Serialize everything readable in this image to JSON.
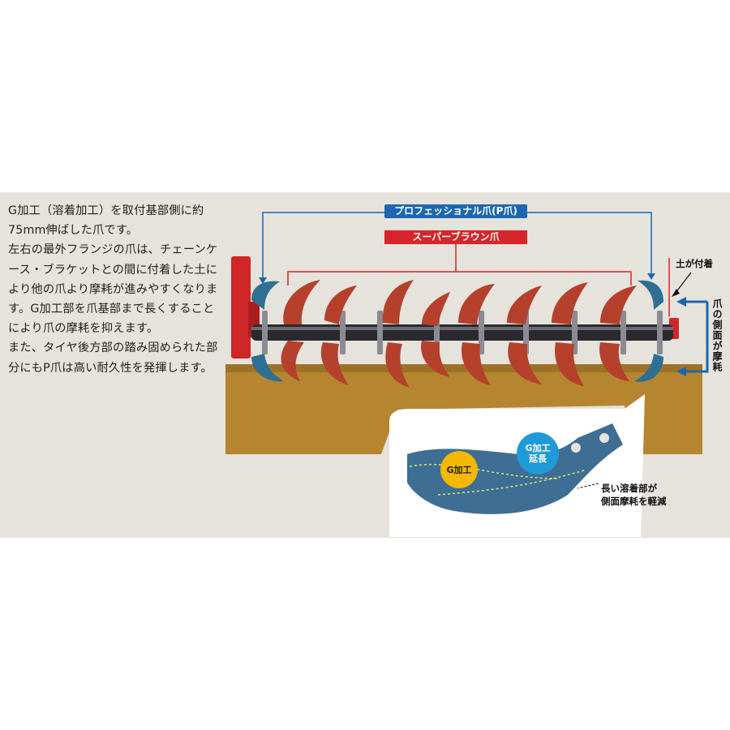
{
  "description": {
    "paragraphs": [
      "G加工（溶着加工）を取付基部側に約75mm伸ばした爪です。",
      "左右の最外フランジの爪は、チェーンケース・ブラケットとの間に付着した土により他の爪より摩耗が進みやすくなります。G加工部を爪基部まで長くすることにより爪の摩耗を抑えます。",
      "また、タイヤ後方部の踏み固められた部分にもP爪は高い耐久性を発揮します。"
    ]
  },
  "labels": {
    "pro_claw": "プロフェッショナル爪(P爪)",
    "super_brown": "スーパーブラウン爪",
    "soil_attached": "土が付着",
    "side_wear": "爪の側面が摩耗",
    "g_process": "G加工",
    "g_extension_line1": "G加工",
    "g_extension_line2": "延長",
    "long_weld_line1": "長い溶着部が",
    "long_weld_line2": "側面摩耗を軽減"
  },
  "colors": {
    "panel_bg": "#e6e2dc",
    "pro_blue": "#1b67b2",
    "super_red": "#d8242a",
    "soil": "#b5862f",
    "claw_red": "#b5402c",
    "g_yellow": "#f4b800",
    "ext_blue": "#1e9ad8"
  }
}
